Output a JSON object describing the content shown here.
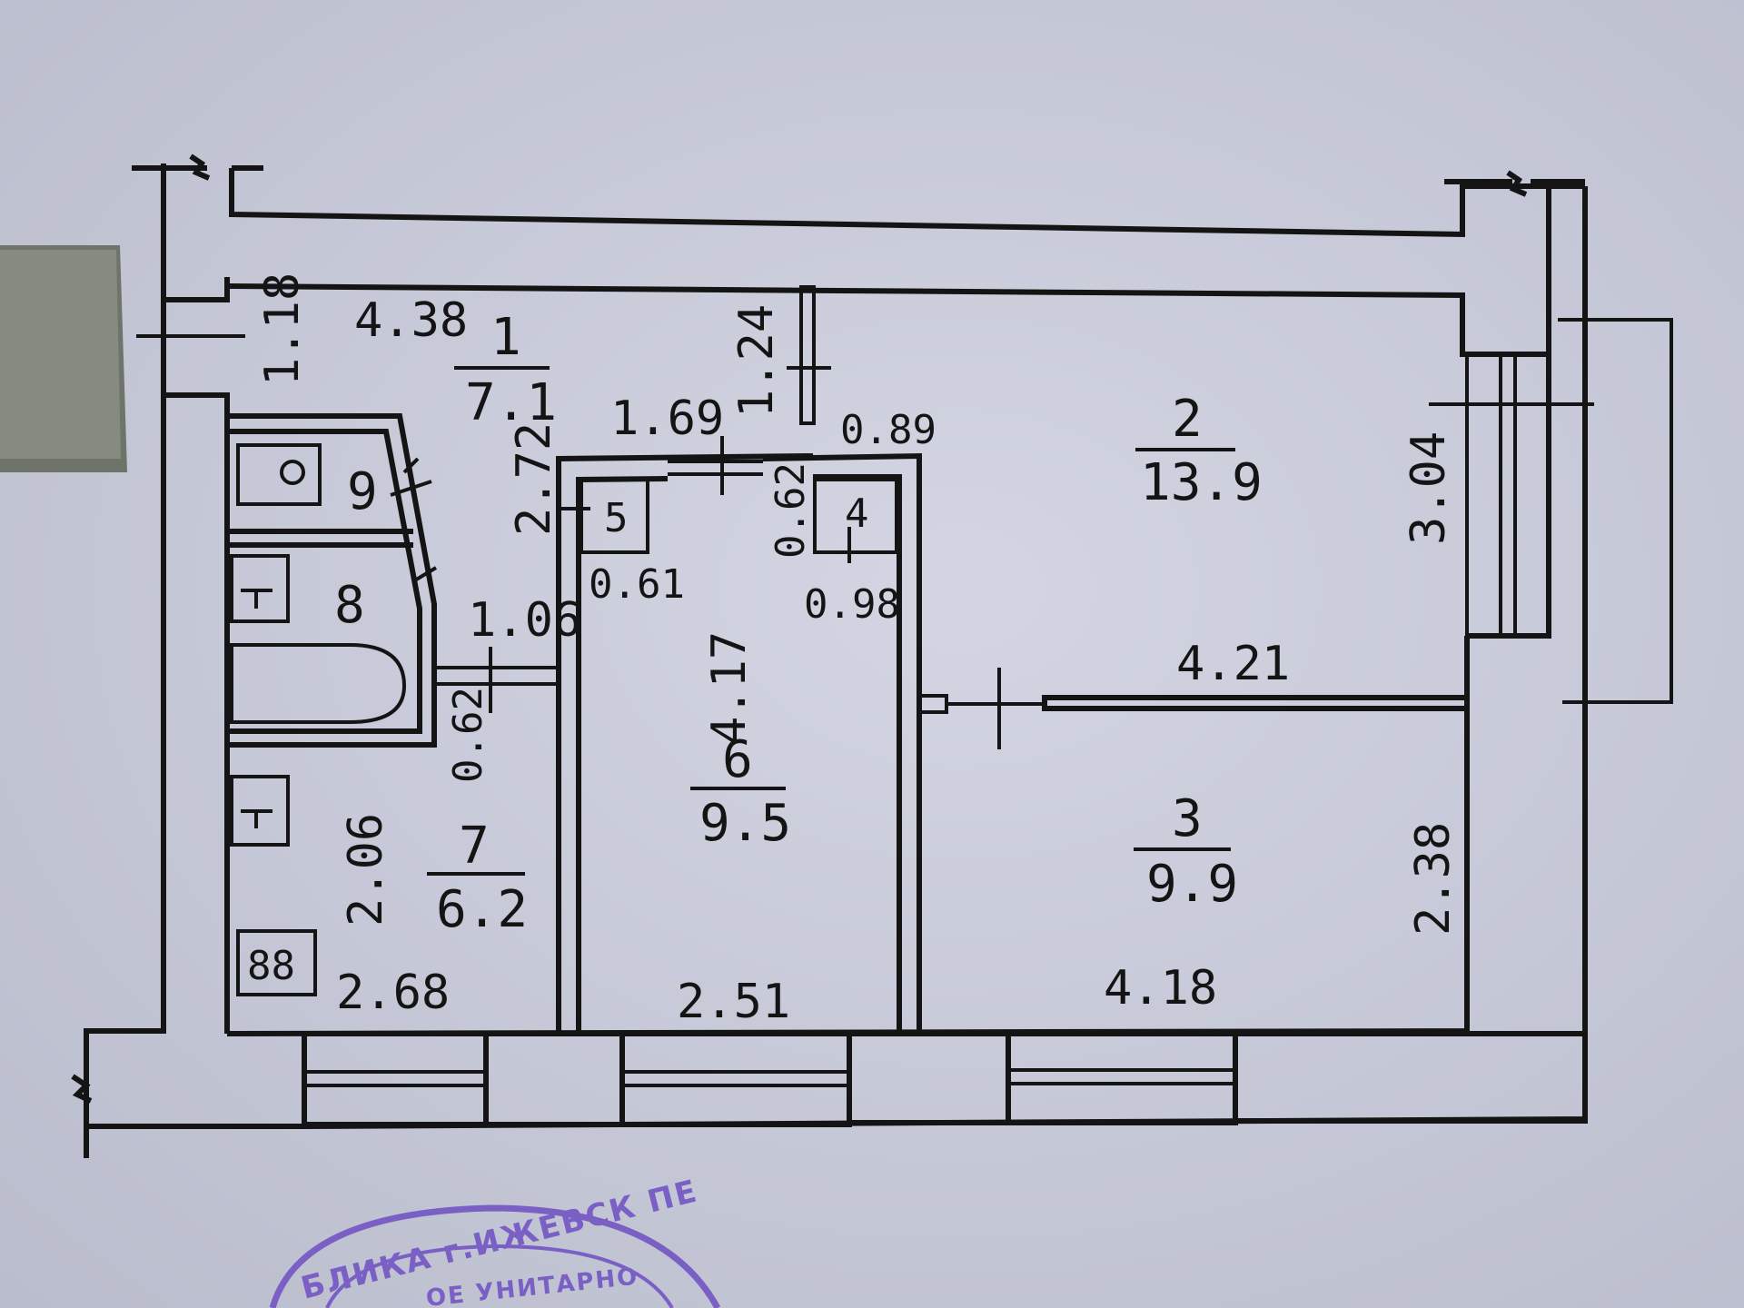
{
  "rooms": [
    {
      "number": "1",
      "area": "7.1"
    },
    {
      "number": "2",
      "area": "13.9"
    },
    {
      "number": "3",
      "area": "9.9"
    },
    {
      "number": "4"
    },
    {
      "number": "5"
    },
    {
      "number": "6",
      "area": "9.5"
    },
    {
      "number": "7",
      "area": "6.2"
    },
    {
      "number": "8"
    },
    {
      "number": "9"
    }
  ],
  "dimensions": [
    "4.38",
    "1.18",
    "1.24",
    "1.69",
    "0.89",
    "2.72",
    "0.62",
    "0.61",
    "0.98",
    "0.62",
    "1.06",
    "4.17",
    "4.21",
    "3.04",
    "2.38",
    "2.06",
    "2.68",
    "2.51",
    "4.18"
  ],
  "stove_symbol": "88",
  "stamp": {
    "line1": "БЛИКА г.ИЖЕВСК ПЕ",
    "line2": "ОЕ УНИТАРНО"
  },
  "colors": {
    "paper": "#c9cbd9",
    "ink": "#141414",
    "stamp": "#7a5fc4"
  }
}
